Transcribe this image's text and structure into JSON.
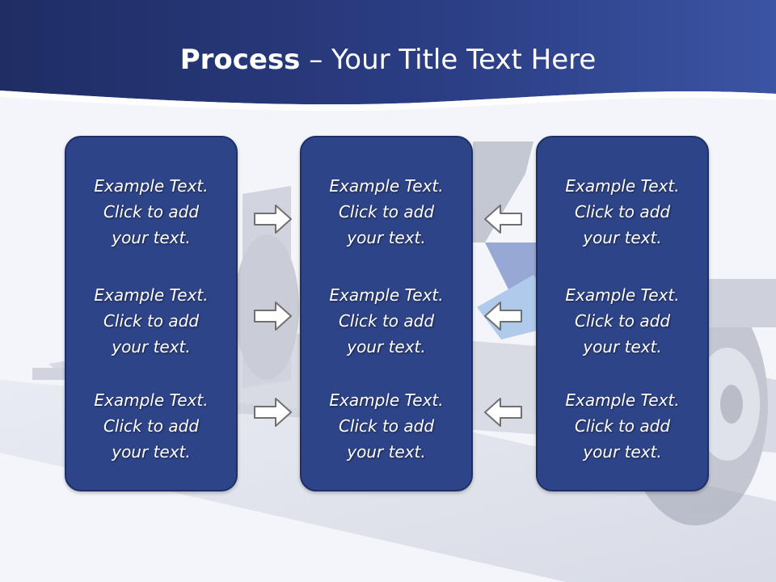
{
  "slide": {
    "title_bold": "Process",
    "title_rest": " – Your Title Text Here",
    "colors": {
      "header_dark": "#1f2d64",
      "header_light": "#3b54a3",
      "box_fill": "#2e4488",
      "box_border": "#1e2f66",
      "arrow_fill": "#ffffff",
      "arrow_stroke": "#707070"
    },
    "columns": [
      {
        "items": [
          "Example Text.\nClick  to add\nyour text.",
          "Example Text.\nClick  to add\nyour text.",
          "Example Text.\nClick  to add\nyour text."
        ]
      },
      {
        "items": [
          "Example Text.\nClick  to add\nyour text.",
          "Example Text.\nClick  to add\nyour text.",
          "Example Text.\nClick  to add\nyour text."
        ]
      },
      {
        "items": [
          "Example Text.\nClick  to add\nyour text.",
          "Example Text.\nClick  to add\nyour text.",
          "Example Text.\nClick  to add\nyour text."
        ]
      }
    ],
    "arrows_left": [
      "arrow-right-icon",
      "arrow-right-icon",
      "arrow-right-icon"
    ],
    "arrows_right": [
      "arrow-left-icon",
      "arrow-left-icon",
      "arrow-left-icon"
    ]
  }
}
